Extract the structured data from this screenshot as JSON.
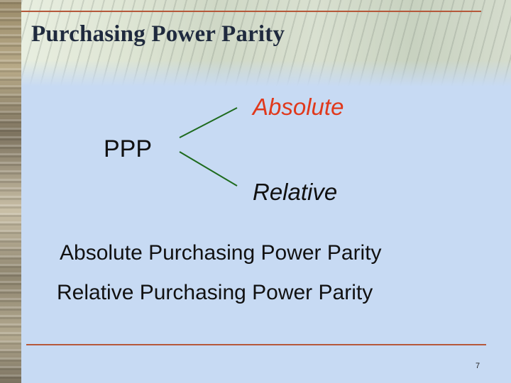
{
  "slide": {
    "title": "Purchasing Power Parity",
    "diagram": {
      "root": "PPP",
      "branch_top": "Absolute",
      "branch_bottom": "Relative"
    },
    "lines": [
      "Absolute Purchasing Power Parity",
      "Relative Purchasing Power Parity"
    ],
    "page_number": "7"
  },
  "colors": {
    "background": "#c7daf3",
    "title": "#1f2a3e",
    "accent_red": "#e0391c",
    "connector_green": "#1e6b1e",
    "rule": "#b5583a"
  }
}
